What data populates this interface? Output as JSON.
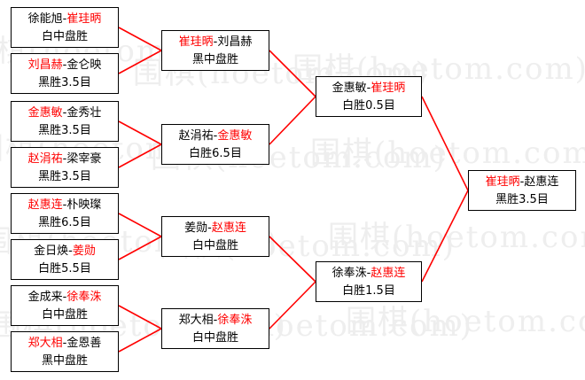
{
  "watermark": "围棋(hoetom.com)",
  "colors": {
    "winner": "#ff0000",
    "text": "#000000",
    "line": "#ff0000"
  },
  "round1": [
    {
      "a": "徐能旭",
      "b": "崔珪昞",
      "winner": "b",
      "result": "白中盘胜"
    },
    {
      "a": "刘昌赫",
      "b": "金仑映",
      "winner": "a",
      "result": "黑胜3.5目"
    },
    {
      "a": "金惠敏",
      "b": "金秀壮",
      "winner": "a",
      "result": "黑胜3.5目"
    },
    {
      "a": "赵涓祐",
      "b": "梁宰豪",
      "winner": "a",
      "result": "黑胜3.5目"
    },
    {
      "a": "赵惠连",
      "b": "朴映璨",
      "winner": "a",
      "result": "黑胜6.5目"
    },
    {
      "a": "金日焕",
      "b": "姜勋",
      "winner": "b",
      "result": "白胜5.5目"
    },
    {
      "a": "金成来",
      "b": "徐奉洙",
      "winner": "b",
      "result": "白中盘胜"
    },
    {
      "a": "郑大相",
      "b": "金恩善",
      "winner": "a",
      "result": "黑中盘胜"
    }
  ],
  "round2": [
    {
      "a": "崔珪昞",
      "b": "刘昌赫",
      "winner": "a",
      "result": "黑中盘胜"
    },
    {
      "a": "赵涓祐",
      "b": "金惠敏",
      "winner": "b",
      "result": "白胜6.5目"
    },
    {
      "a": "姜勋",
      "b": "赵惠连",
      "winner": "b",
      "result": "白中盘胜"
    },
    {
      "a": "郑大相",
      "b": "徐奉洙",
      "winner": "b",
      "result": "白中盘胜"
    }
  ],
  "round3": [
    {
      "a": "金惠敏",
      "b": "崔珪昞",
      "winner": "b",
      "result": "白胜0.5目"
    },
    {
      "a": "徐奉洙",
      "b": "赵惠连",
      "winner": "b",
      "result": "白胜1.5目"
    }
  ],
  "final": [
    {
      "a": "崔珪昞",
      "b": "赵惠连",
      "winner": "a",
      "result": "黑胜3.5目"
    }
  ]
}
